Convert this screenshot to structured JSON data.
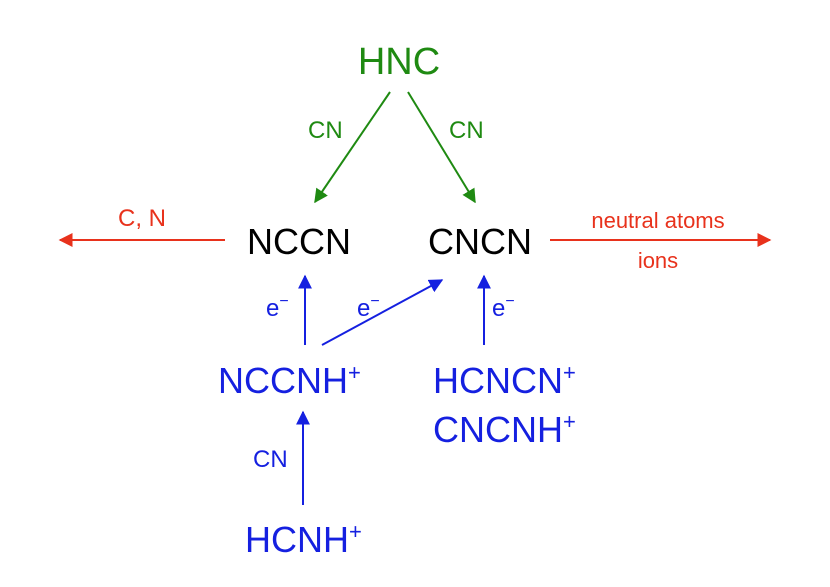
{
  "colors": {
    "green": "#1f8a12",
    "black": "#000000",
    "blue": "#1520e0",
    "red": "#e8321c"
  },
  "species": {
    "hnc": "HNC",
    "nccn": "NCCN",
    "cncn": "CNCN",
    "nccnh": "NCCNH",
    "hcncn": "HCNCN",
    "cncnh": "CNCNH",
    "hcnh": "HCNH"
  },
  "charge": {
    "plus": "+",
    "minus": "−"
  },
  "arrow_labels": {
    "cn_left": "CN",
    "cn_right": "CN",
    "electron_base": "e",
    "cn_bottom": "CN",
    "c_n": "C, N",
    "neutral_atoms": "neutral atoms",
    "ions": "ions"
  }
}
